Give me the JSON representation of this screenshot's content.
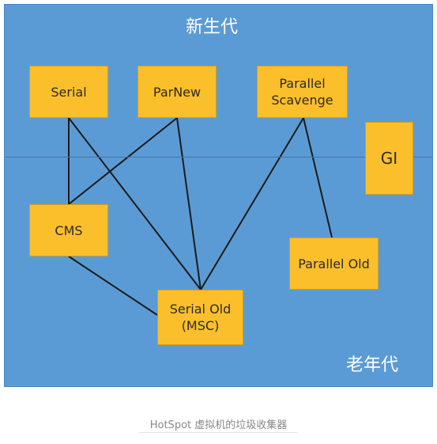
{
  "diagram": {
    "regions": {
      "young": "新生代",
      "old": "老年代"
    },
    "collectors": {
      "serial": "Serial",
      "parnew": "ParNew",
      "parallel_scavenge": "Parallel\nScavenge",
      "g1": "GI",
      "cms": "CMS",
      "parallel_old": "Parallel Old",
      "serial_old": "Serial Old\n(MSC)"
    },
    "connections": [
      [
        "serial",
        "cms"
      ],
      [
        "serial",
        "serial_old"
      ],
      [
        "parnew",
        "cms"
      ],
      [
        "parnew",
        "serial_old"
      ],
      [
        "parallel_scavenge",
        "serial_old"
      ],
      [
        "parallel_scavenge",
        "parallel_old"
      ],
      [
        "cms",
        "serial_old"
      ]
    ],
    "colors": {
      "background": "#5b9bd5",
      "box": "#fbbf2c",
      "line": "#1a1a1a"
    }
  },
  "caption": "HotSpot 虚拟机的垃圾收集器"
}
